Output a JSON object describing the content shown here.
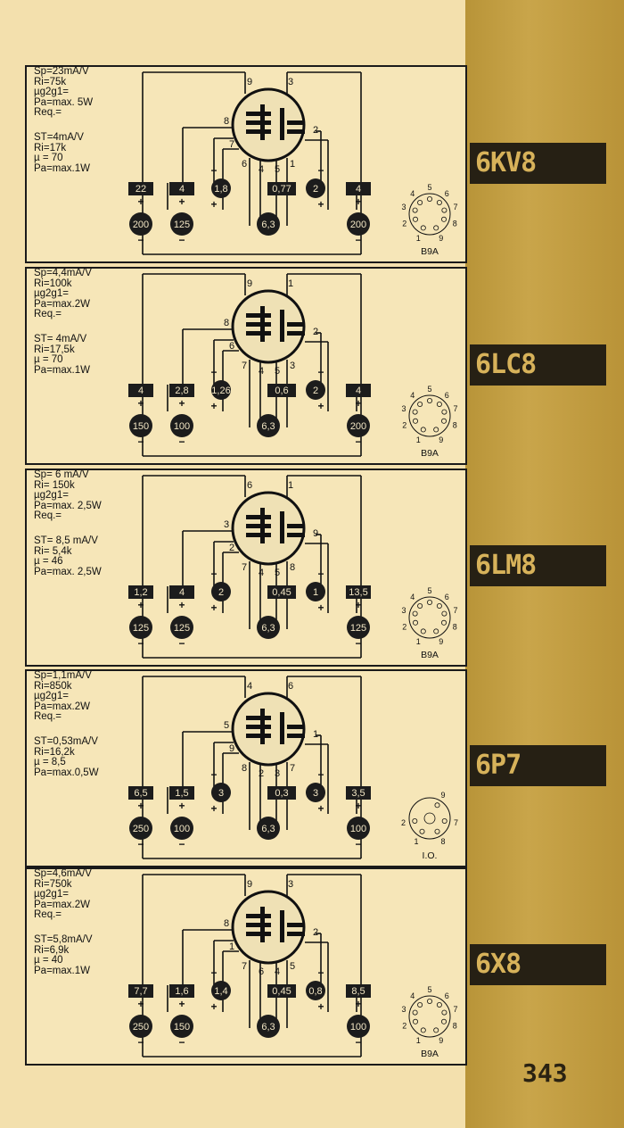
{
  "page_number": "343",
  "tubes": [
    {
      "name": "6KV8",
      "specs_p": [
        "Sp=23mA/V",
        "Ri=75k",
        "µg2g1=",
        "Pa=max. 5W",
        "Req.="
      ],
      "specs_t": [
        "ST=4mA/V",
        "Ri=17k",
        "µ = 70",
        "Pa=max.1W"
      ],
      "top_pins": [
        "9",
        "3"
      ],
      "side_pins": [
        "8",
        "7",
        "6",
        "4",
        "5",
        "1",
        "2"
      ],
      "volt_boxes": [
        "22",
        "4",
        "1,8",
        "0,77",
        "2",
        "4"
      ],
      "bottom_vals": [
        "200",
        "125",
        "6,3",
        "200"
      ],
      "socket_nums": [
        "5",
        "4",
        "6",
        "3",
        "7",
        "2",
        "8",
        "1",
        "9"
      ],
      "base": "B9A"
    },
    {
      "name": "6LC8",
      "specs_p": [
        "Sp=4,4mA/V",
        "Ri=100k",
        "µg2g1=",
        "Pa=max.2W",
        "Req.="
      ],
      "specs_t": [
        "ST= 4mA/V",
        "Ri=17,5k",
        "µ = 70",
        "Pa=max.1W"
      ],
      "top_pins": [
        "9",
        "1"
      ],
      "side_pins": [
        "8",
        "6",
        "7",
        "4",
        "5",
        "3",
        "2"
      ],
      "volt_boxes": [
        "4",
        "2,8",
        "1,26",
        "0,6",
        "2",
        "4"
      ],
      "bottom_vals": [
        "150",
        "100",
        "6,3",
        "200"
      ],
      "socket_nums": [
        "5",
        "4",
        "6",
        "3",
        "7",
        "2",
        "8",
        "1",
        "9"
      ],
      "base": "B9A"
    },
    {
      "name": "6LM8",
      "specs_p": [
        "Sp= 6 mA/V",
        "Ri= 150k",
        "µg2g1=",
        "Pa=max. 2,5W",
        "Req.="
      ],
      "specs_t": [
        "ST= 8,5 mA/V",
        "Ri= 5,4k",
        "µ = 46",
        "Pa=max. 2,5W"
      ],
      "top_pins": [
        "6",
        "1"
      ],
      "side_pins": [
        "3",
        "2",
        "7",
        "4",
        "5",
        "8",
        "9"
      ],
      "volt_boxes": [
        "1,2",
        "4",
        "2",
        "0,45",
        "1",
        "13,5"
      ],
      "bottom_vals": [
        "125",
        "125",
        "6,3",
        "125"
      ],
      "socket_nums": [
        "5",
        "4",
        "6",
        "3",
        "7",
        "2",
        "8",
        "1",
        "9"
      ],
      "base": "B9A"
    },
    {
      "name": "6P7",
      "specs_p": [
        "Sp=1,1mA/V",
        "Ri=850k",
        "µg2g1=",
        "Pa=max.2W",
        "Req.="
      ],
      "specs_t": [
        "ST=0,53mA/V",
        "Ri=16,2k",
        "µ = 8,5",
        "Pa=max.0,5W"
      ],
      "top_pins": [
        "4",
        "6"
      ],
      "side_pins": [
        "5",
        "9",
        "8",
        "2",
        "3",
        "7",
        "1"
      ],
      "volt_boxes": [
        "6,5",
        "1,5",
        "3",
        "0,3",
        "3",
        "3,5"
      ],
      "bottom_vals": [
        "250",
        "100",
        "6,3",
        "100"
      ],
      "socket_nums": [
        "9",
        "1",
        "8",
        "2",
        "7"
      ],
      "base": "I.O."
    },
    {
      "name": "6X8",
      "specs_p": [
        "Sp=4,6mA/V",
        "Ri=750k",
        "µg2g1=",
        "Pa=max.2W",
        "Req.="
      ],
      "specs_t": [
        "ST=5,8mA/V",
        "Ri=6,9k",
        "µ = 40",
        "Pa=max.1W"
      ],
      "top_pins": [
        "9",
        "3"
      ],
      "side_pins": [
        "8",
        "1",
        "7",
        "6",
        "4",
        "5",
        "2"
      ],
      "volt_boxes": [
        "7,7",
        "1,6",
        "1,4",
        "0,45",
        "0,8",
        "8,5"
      ],
      "bottom_vals": [
        "250",
        "150",
        "6,3",
        "100"
      ],
      "socket_nums": [
        "5",
        "4",
        "6",
        "3",
        "7",
        "2",
        "8",
        "1",
        "9"
      ],
      "base": "B9A"
    }
  ]
}
